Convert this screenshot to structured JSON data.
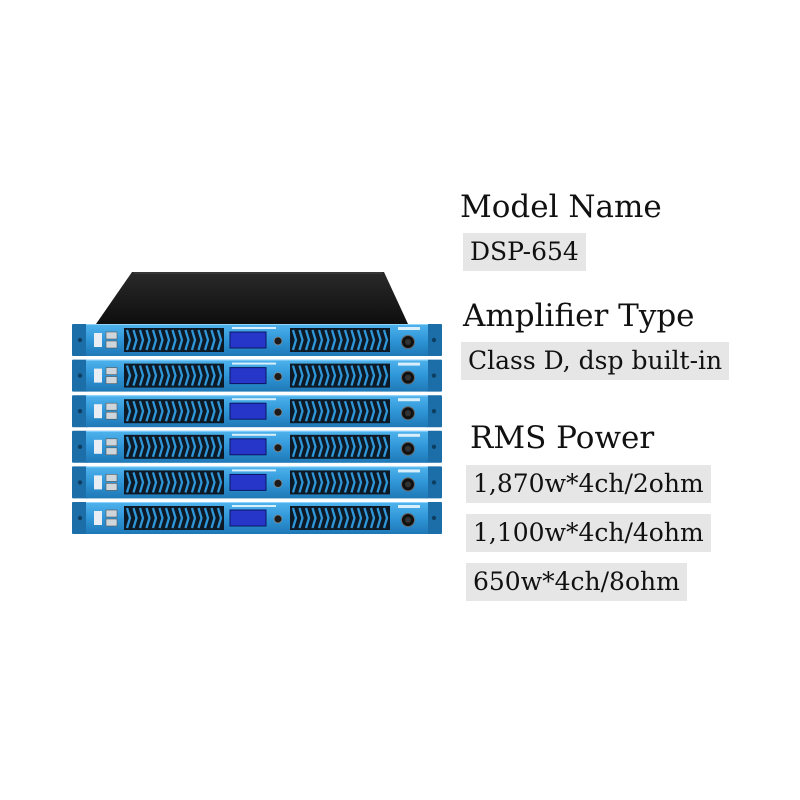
{
  "specs": {
    "model_heading": "Model Name",
    "model_value": "DSP-654",
    "type_heading": "Amplifier Type",
    "type_value": "Class D, dsp built-in",
    "power_heading": "RMS Power",
    "power_values": [
      "1,870w*4ch/2ohm",
      "1,100w*4ch/4ohm",
      "650w*4ch/8ohm"
    ]
  },
  "product_image": {
    "units_stacked": 6,
    "colors": {
      "panel": "#2f96d8",
      "panel_dark": "#1c6ea8",
      "chassis": "#151515",
      "display": "#2536c8",
      "value_bg": "#e6e6e6"
    }
  }
}
